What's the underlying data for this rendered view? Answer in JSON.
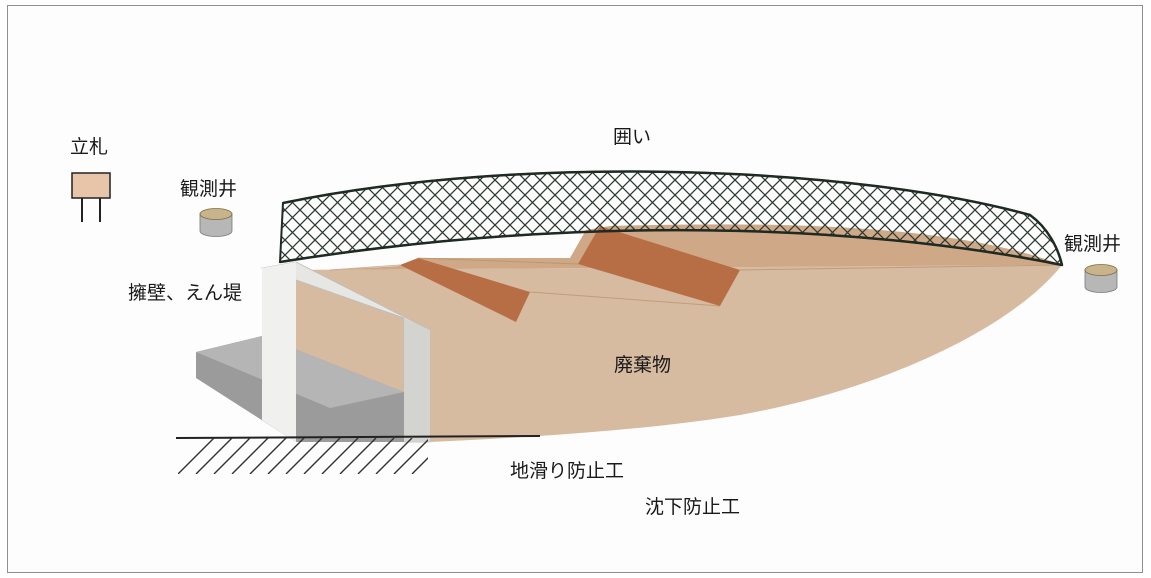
{
  "labels": {
    "sign": "立札",
    "well_left": "観測井",
    "fence": "囲い",
    "well_right": "観測井",
    "wall": "擁壁、えん堤",
    "waste": "廃棄物",
    "landslide": "地滑り防止工",
    "subsidence": "沈下防止工"
  },
  "colors": {
    "frame": "#8f8f8f",
    "sign_board": "#e8c4a8",
    "waste_body": "#d6bba0",
    "waste_top": "#c79a72",
    "cover_strip": "#b86e45",
    "wall_front": "#e6e6e3",
    "wall_base": "#9b9b9b",
    "fence": "#2d3a32",
    "well_top": "#c8b48a",
    "well_body": "#b7b7b7"
  }
}
